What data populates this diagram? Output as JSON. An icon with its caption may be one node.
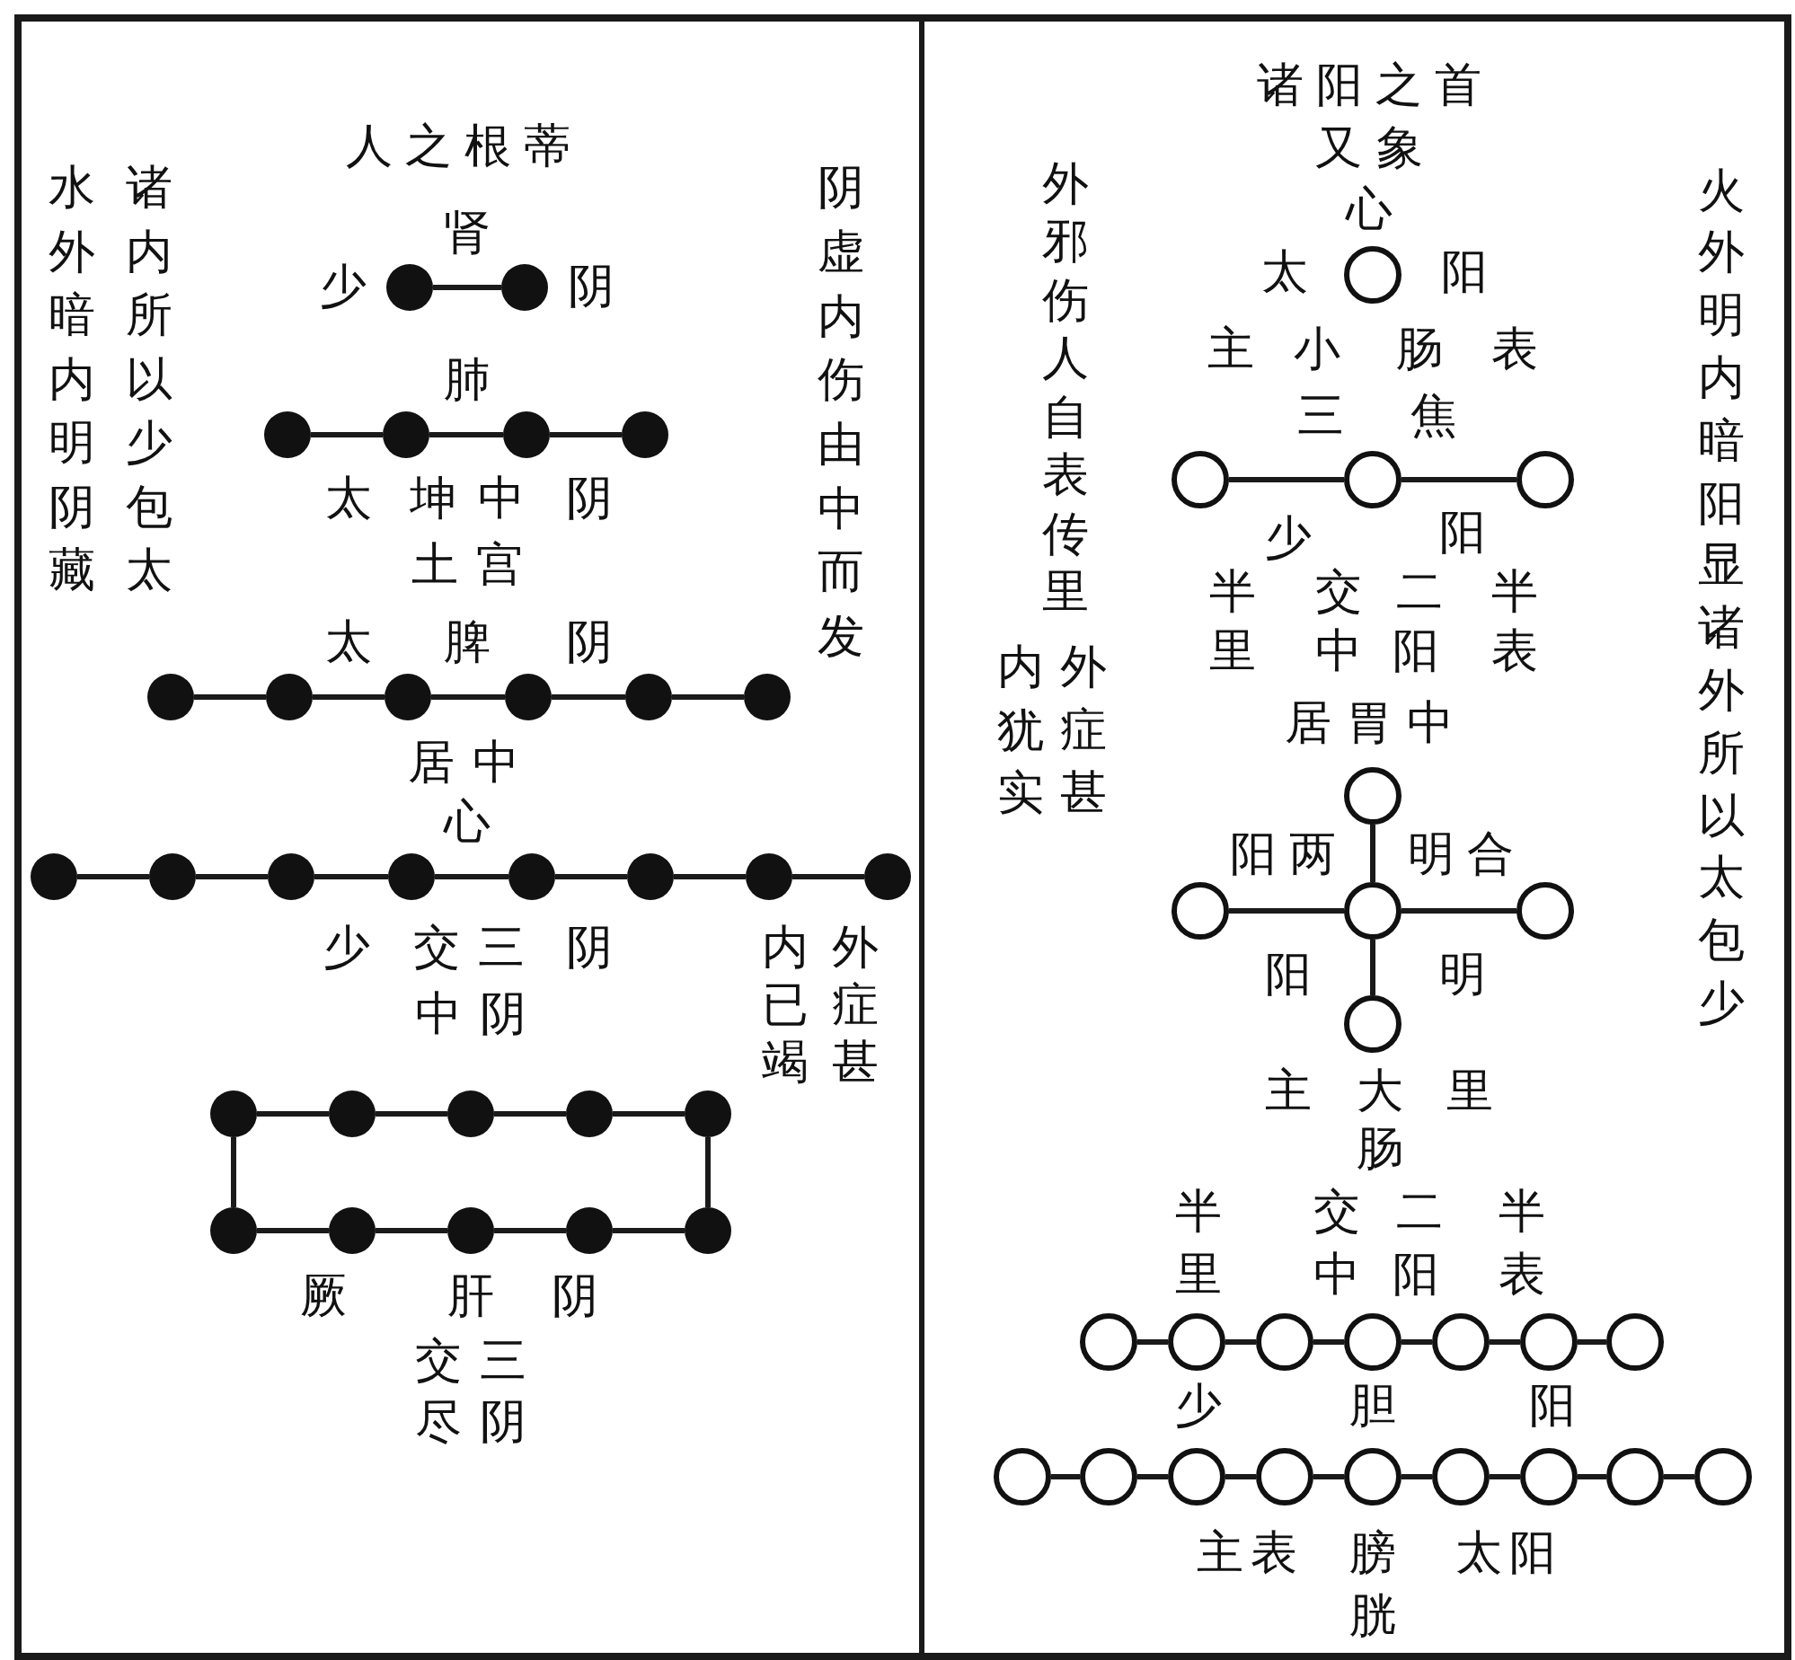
{
  "diagram": {
    "nodes": [
      {
        "text": [],
        "shape": "circle"
      },
      {
        "text": [],
        "shape": "circle"
      },
      {
        "text": [],
        "shape": "circle"
      },
      {
        "text": [],
        "shape": "circle"
      },
      {
        "text": [],
        "shape": "circle"
      },
      {
        "text": [],
        "shape": "circle"
      },
      {
        "text": [],
        "shape": "circle"
      },
      {
        "text": [],
        "shape": "circle"
      },
      {
        "text": [],
        "shape": "circle"
      },
      {
        "text": [],
        "shape": "circle"
      },
      {
        "text": [],
        "shape": "circle"
      },
      {
        "text": [],
        "shape": "circle"
      },
      {
        "text": [],
        "shape": "circle"
      },
      {
        "text": [],
        "shape": "circle"
      },
      {
        "text": [],
        "shape": "circle"
      },
      {
        "text": [],
        "shape": "circle"
      },
      {
        "text": [],
        "shape": "circle"
      },
      {
        "text": [],
        "shape": "circle"
      },
      {
        "text": [],
        "shape": "circle"
      },
      {
        "text": [],
        "shape": "circle"
      },
      {
        "text": [],
        "shape": "circle"
      },
      {
        "text": [],
        "shape": "circle"
      },
      {
        "text": [],
        "shape": "circle"
      },
      {
        "text": [],
        "shape": "circle"
      },
      {
        "text": [],
        "shape": "circle"
      },
      {
        "text": [],
        "shape": "circle"
      },
      {
        "text": [],
        "shape": "circle"
      },
      {
        "text": [],
        "shape": "circle"
      },
      {
        "text": [],
        "shape": "circle"
      },
      {
        "text": [],
        "shape": "circle"
      },
      {
        "text": [],
        "shape": "circle"
      },
      {
        "text": [],
        "shape": "circle"
      },
      {
        "text": [],
        "shape": "circle"
      },
      {
        "text": [],
        "shape": "circle"
      },
      {
        "text": [],
        "shape": "circle"
      },
      {
        "text": [],
        "shape": "circle"
      },
      {
        "text": [],
        "shape": "circle"
      },
      {
        "text": [],
        "shape": "circle"
      },
      {
        "text": [],
        "shape": "circle"
      },
      {
        "text": [],
        "shape": "circle"
      },
      {
        "text": [],
        "shape": "circle"
      },
      {
        "text": [],
        "shape": "circle"
      },
      {
        "text": [],
        "shape": "circle"
      },
      {
        "text": [],
        "shape": "circle"
      },
      {
        "text": [],
        "shape": "circle"
      },
      {
        "text": [],
        "shape": "circle"
      },
      {
        "text": [],
        "shape": "circle"
      },
      {
        "text": [],
        "shape": "circle"
      },
      {
        "text": [],
        "shape": "circle"
      },
      {
        "text": [],
        "shape": "circle"
      },
      {
        "text": [],
        "shape": "circle"
      },
      {
        "text": [],
        "shape": "circle"
      },
      {
        "text": [],
        "shape": "circle"
      },
      {
        "text": [],
        "shape": "circle"
      },
      {
        "text": [],
        "shape": "circle"
      }
    ],
    "edges": [
      {
        "from": 0,
        "to": 1,
        "arrow": "none"
      },
      {
        "from": 2,
        "to": 3,
        "arrow": "none"
      },
      {
        "from": 3,
        "to": 4,
        "arrow": "none"
      },
      {
        "from": 4,
        "to": 5,
        "arrow": "none"
      },
      {
        "from": 6,
        "to": 7,
        "arrow": "none"
      },
      {
        "from": 7,
        "to": 8,
        "arrow": "none"
      },
      {
        "from": 8,
        "to": 9,
        "arrow": "none"
      },
      {
        "from": 9,
        "to": 10,
        "arrow": "none"
      },
      {
        "from": 10,
        "to": 11,
        "arrow": "none"
      },
      {
        "from": 12,
        "to": 13,
        "arrow": "none"
      },
      {
        "from": 13,
        "to": 14,
        "arrow": "none"
      },
      {
        "from": 14,
        "to": 15,
        "arrow": "none"
      },
      {
        "from": 15,
        "to": 16,
        "arrow": "none"
      },
      {
        "from": 16,
        "to": 17,
        "arrow": "none"
      },
      {
        "from": 17,
        "to": 18,
        "arrow": "none"
      },
      {
        "from": 18,
        "to": 19,
        "arrow": "none"
      },
      {
        "from": 20,
        "to": 21,
        "arrow": "none"
      },
      {
        "from": 21,
        "to": 22,
        "arrow": "none"
      },
      {
        "from": 22,
        "to": 23,
        "arrow": "none"
      },
      {
        "from": 23,
        "to": 24,
        "arrow": "none"
      },
      {
        "from": 20,
        "to": 25,
        "arrow": "none"
      },
      {
        "from": 24,
        "to": 29,
        "arrow": "none"
      },
      {
        "from": 25,
        "to": 26,
        "arrow": "none"
      },
      {
        "from": 26,
        "to": 27,
        "arrow": "none"
      },
      {
        "from": 27,
        "to": 28,
        "arrow": "none"
      },
      {
        "from": 28,
        "to": 29,
        "arrow": "none"
      },
      {
        "from": 31,
        "to": 32,
        "arrow": "none"
      },
      {
        "from": 32,
        "to": 33,
        "arrow": "none"
      },
      {
        "from": 34,
        "to": 36,
        "arrow": "none"
      },
      {
        "from": 35,
        "to": 36,
        "arrow": "none"
      },
      {
        "from": 36,
        "to": 37,
        "arrow": "none"
      },
      {
        "from": 36,
        "to": 38,
        "arrow": "none"
      },
      {
        "from": 39,
        "to": 40,
        "arrow": "none"
      },
      {
        "from": 40,
        "to": 41,
        "arrow": "none"
      },
      {
        "from": 41,
        "to": 42,
        "arrow": "none"
      },
      {
        "from": 42,
        "to": 43,
        "arrow": "none"
      },
      {
        "from": 43,
        "to": 44,
        "arrow": "none"
      },
      {
        "from": 44,
        "to": 45,
        "arrow": "none"
      },
      {
        "from": 46,
        "to": 47,
        "arrow": "none"
      },
      {
        "from": 47,
        "to": 48,
        "arrow": "none"
      },
      {
        "from": 48,
        "to": 49,
        "arrow": "none"
      },
      {
        "from": 49,
        "to": 50,
        "arrow": "none"
      },
      {
        "from": 50,
        "to": 51,
        "arrow": "none"
      },
      {
        "from": 51,
        "to": 52,
        "arrow": "none"
      },
      {
        "from": 52,
        "to": 53,
        "arrow": "none"
      },
      {
        "from": 53,
        "to": 54,
        "arrow": "none"
      }
    ],
    "labels": [
      "人之根蒂",
      "水外暗内明阴藏",
      "诸内所以少包太",
      "阴虚内伤由中而发",
      "肾",
      "少",
      "阴",
      "肺",
      "太",
      "坤",
      "中",
      "阴",
      "土宫",
      "太",
      "脾",
      "阴",
      "居中",
      "心",
      "少",
      "交",
      "三",
      "阴",
      "中阴",
      "内已竭",
      "外症甚",
      "厥",
      "肝",
      "阴",
      "交三",
      "尽阴",
      "诸阳之首",
      "又象",
      "心",
      "外邪伤人自表传里",
      "火外明内暗阳显诸外所以太包少",
      "太",
      "阳",
      "主",
      "小",
      "肠",
      "表",
      "三",
      "焦",
      "少",
      "阳",
      "半",
      "交",
      "二",
      "半",
      "里",
      "中",
      "阳",
      "表",
      "内犹实",
      "外症甚",
      "居胃中",
      "阳两",
      "明合",
      "阳",
      "明",
      "主",
      "大",
      "里",
      "肠",
      "半",
      "交",
      "二",
      "半",
      "里",
      "中",
      "阳",
      "表",
      "少",
      "胆",
      "阳",
      "主表",
      "膀",
      "太阳",
      "胱"
    ]
  }
}
